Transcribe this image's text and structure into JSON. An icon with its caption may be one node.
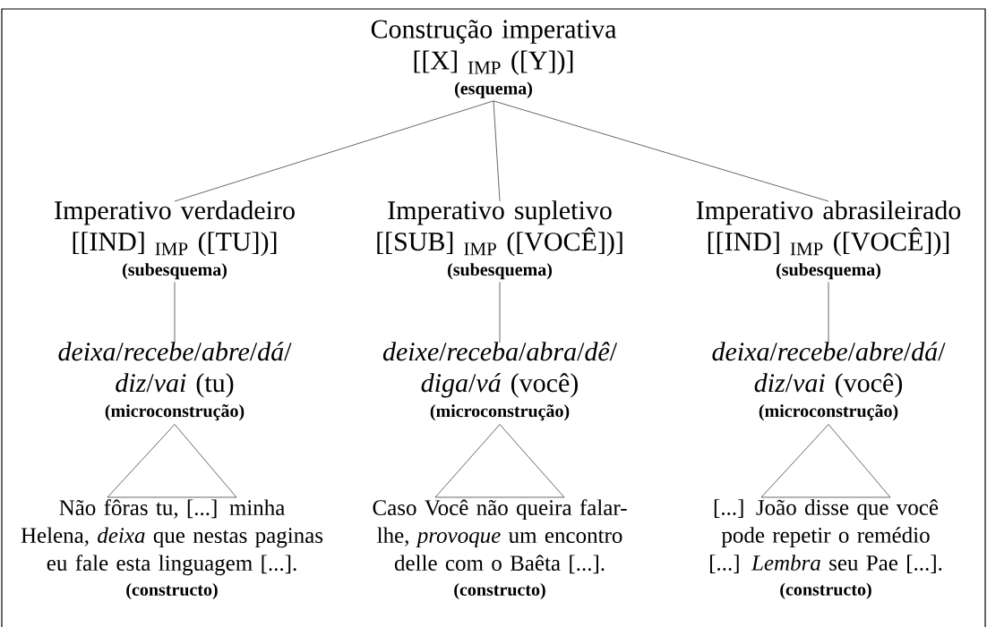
{
  "diagram": {
    "nodes": [
      {
        "text": [
          "Construção imperativa",
          "[[X] $_{IMP}$ ([Y])]",
          "(esquema)"
        ]
      },
      {
        "text": [
          "Imperativo verdadeiro",
          "[[IND] $_{IMP}$ ([TU])]",
          "(subesquema)"
        ]
      },
      {
        "text": [
          "Imperativo supletivo",
          "[[SUB] $_{IMP}$ ([VOCÊ])]",
          "(subesquema)"
        ]
      },
      {
        "text": [
          "Imperativo abrasileirado",
          "[[IND] $_{IMP}$ ([VOCÊ])]",
          "(subesquema)"
        ]
      },
      {
        "text": [
          "*deixa*/*recebe*/*abre*/*dá*/ *diz*/*vai* (tu)",
          "(microconstrução)"
        ]
      },
      {
        "text": [
          "*deixe*/*receba*/*abra*/*dê*/ *diga*/*vá* (você)",
          "(microconstrução)"
        ]
      },
      {
        "text": [
          "*deixa*/*recebe*/*abre*/*dá*/ *diz*/*vai* (você)",
          "(microconstrução)"
        ]
      },
      {
        "text": [
          "Não fôras tu, [...] minha Helena, *deixa* que nestas paginas eu fale esta linguagem [...].",
          "(constructo)"
        ]
      },
      {
        "text": [
          "Caso Você não queira falar-lhe, *provoque* um encontro delle com o Baêta [...].",
          "(constructo)"
        ]
      },
      {
        "text": [
          "[...] João disse que você pode repetir o remédio [...] *Lembra* seu Pae [...].",
          "(constructo)"
        ]
      }
    ],
    "edges": [
      {
        "from": 0,
        "to": 1,
        "arrow": "none"
      },
      {
        "from": 0,
        "to": 2,
        "arrow": "none"
      },
      {
        "from": 0,
        "to": 3,
        "arrow": "none"
      },
      {
        "from": 1,
        "to": 4,
        "arrow": "none"
      },
      {
        "from": 2,
        "to": 5,
        "arrow": "none"
      },
      {
        "from": 3,
        "to": 6,
        "arrow": "none"
      },
      {
        "from": 4,
        "to": 7,
        "arrow": "none"
      },
      {
        "from": 5,
        "to": 8,
        "arrow": "none"
      },
      {
        "from": 6,
        "to": 9,
        "arrow": "none"
      }
    ]
  }
}
